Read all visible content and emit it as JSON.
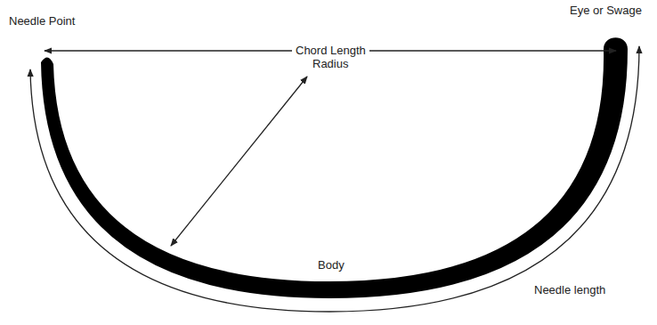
{
  "diagram": {
    "labels": [
      "Needle Point",
      "Chord Length",
      "Radius",
      "Eye or Swage",
      "Body",
      "Needle length"
    ]
  }
}
